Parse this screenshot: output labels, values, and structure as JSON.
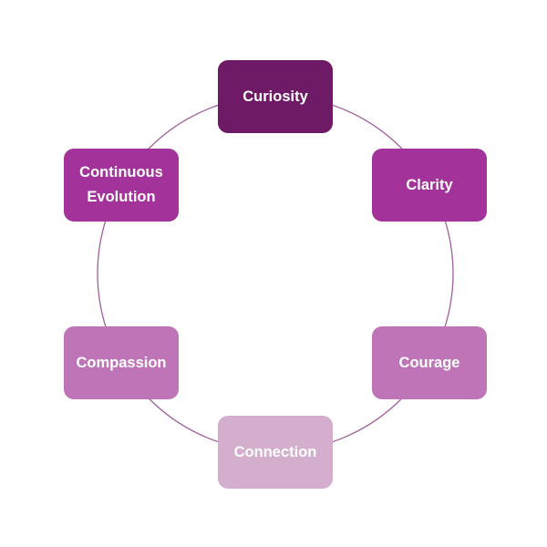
{
  "diagram": {
    "type": "cycle",
    "ring_color": "#a0609a",
    "nodes": [
      {
        "label": "Curiosity",
        "color": "#6e1a66"
      },
      {
        "label": "Clarity",
        "color": "#a3329a"
      },
      {
        "label": "Courage",
        "color": "#c074b8"
      },
      {
        "label": "Connection",
        "color": "#d3afcd"
      },
      {
        "label": "Compassion",
        "color": "#c074b8"
      },
      {
        "label": "Continuous Evolution",
        "color": "#a3329a"
      }
    ]
  }
}
